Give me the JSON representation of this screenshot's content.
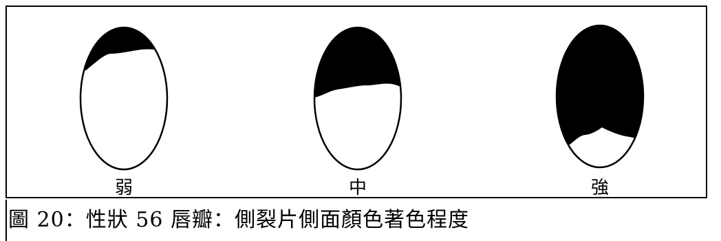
{
  "figure": {
    "caption": "圖 20：性狀 56 唇瓣：側裂片側面顏色著色程度",
    "panels": [
      {
        "label": "弱",
        "level": "weak",
        "fill_fraction": 0.25
      },
      {
        "label": "中",
        "level": "medium",
        "fill_fraction": 0.5
      },
      {
        "label": "強",
        "level": "strong",
        "fill_fraction": 0.85
      }
    ],
    "fill_color": "#000000",
    "outline_color": "#000000"
  }
}
